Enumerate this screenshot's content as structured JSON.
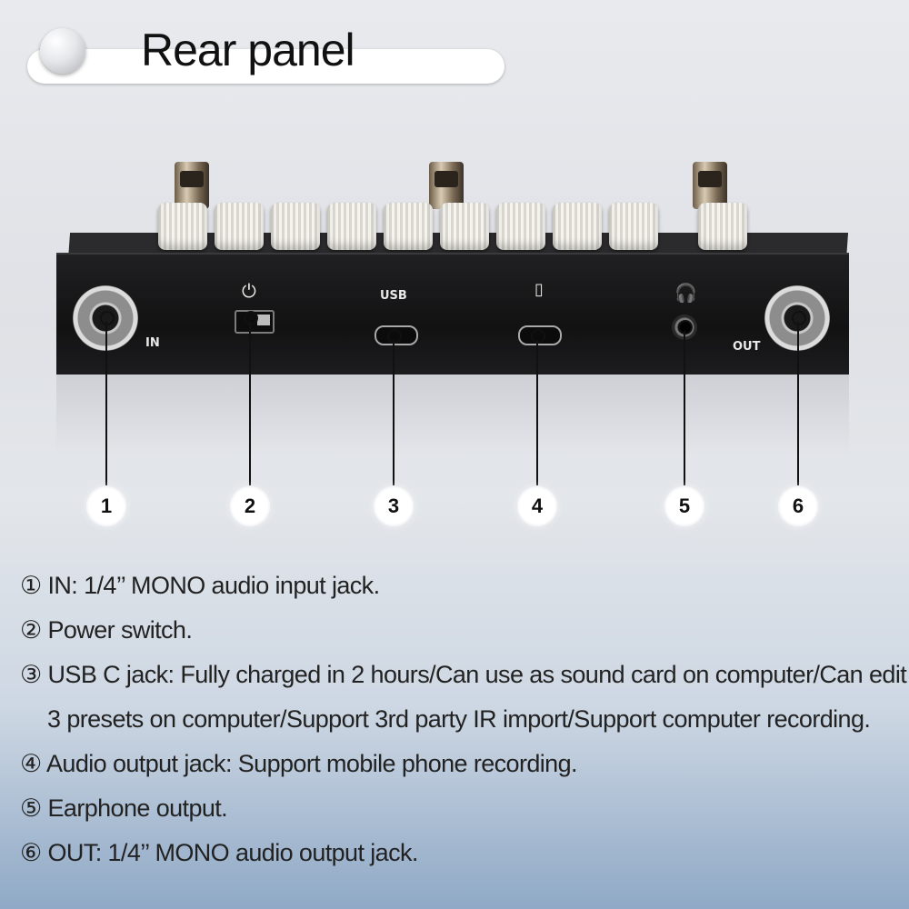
{
  "header": {
    "title": "Rear panel"
  },
  "panel": {
    "in_label": "IN",
    "usb_label": "USB",
    "out_label": "OUT",
    "power_icon": "power-icon",
    "headphone_icon": "headphone-icon",
    "phone_icon": "phone-icon"
  },
  "callouts": [
    "1",
    "2",
    "3",
    "4",
    "5",
    "6"
  ],
  "descriptions": [
    {
      "line1": "① IN: 1/4’’  MONO audio input jack."
    },
    {
      "line1": "② Power switch."
    },
    {
      "line1": "③ USB C jack: Fully charged in 2 hours/Can use as sound card on computer/Can edit",
      "line2": "3 presets on computer/Support 3rd party IR import/Support computer recording."
    },
    {
      "line1": "④ Audio output jack: Support mobile phone recording."
    },
    {
      "line1": "⑤ Earphone output."
    },
    {
      "line1": "⑥ OUT: 1/4’’  MONO audio output jack."
    }
  ]
}
